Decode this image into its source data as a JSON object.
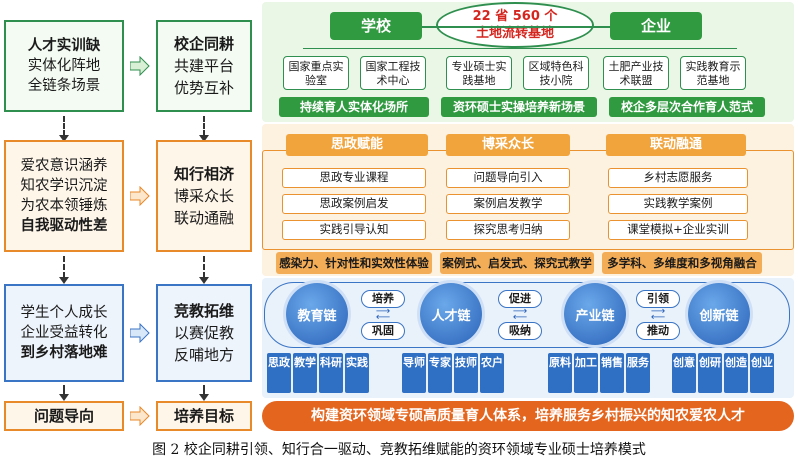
{
  "left_column": {
    "row1": {
      "line1": "人才实训缺",
      "line2": "实体化阵地",
      "line3": "全链条场景"
    },
    "row2": {
      "line1": "爱农意识涵养",
      "line2": "知农学识沉淀",
      "line3": "为农本领锤炼",
      "line4": "自我驱动性差"
    },
    "row3": {
      "line1": "学生个人成长",
      "line2": "企业受益转化",
      "line3": "到乡村落地难"
    },
    "bottom": "问题导向"
  },
  "middle_column": {
    "row1": {
      "line1": "校企同耕",
      "line2": "共建平台",
      "line3": "优势互补"
    },
    "row2": {
      "line1": "知行相济",
      "line2": "博采众长",
      "line3": "联动通融"
    },
    "row3": {
      "line1": "竞教拓维",
      "line2": "以赛促教",
      "line3": "反哺地方"
    },
    "bottom": "培养目标"
  },
  "top_panel": {
    "school": "学校",
    "enterprise": "企业",
    "center_line1": "22 省 560 个",
    "center_line2": "土地流转基地",
    "cards": [
      "国家重点实验室",
      "国家工程技术中心",
      "专业硕士实践基地",
      "区域特色科技小院",
      "土肥产业技术联盟",
      "实践教育示范基地"
    ],
    "bars": [
      "持续育人实体化场所",
      "资环硕士实操培养新场景",
      "校企多层次合作育人范式"
    ]
  },
  "mid_panel": {
    "heads": [
      "思政赋能",
      "博采众长",
      "联动融通"
    ],
    "col1": [
      "思政专业课程",
      "思政案例启发",
      "实践引导认知"
    ],
    "col2": [
      "问题导向引入",
      "案例启发教学",
      "探究思考归纳"
    ],
    "col3": [
      "乡村志愿服务",
      "实践教学案例",
      "课堂模拟+企业实训"
    ],
    "bars": [
      "感染力、针对性和实效性体验",
      "案例式、启发式、探究式教学",
      "多学科、多维度和多视角融合"
    ]
  },
  "bottom_panel": {
    "chains": [
      "教育链",
      "人才链",
      "产业链",
      "创新链"
    ],
    "links": [
      {
        "top": "培养",
        "bottom": "巩固"
      },
      {
        "top": "促进",
        "bottom": "吸纳"
      },
      {
        "top": "引领",
        "bottom": "推动"
      }
    ],
    "cards": [
      "思政",
      "教学",
      "科研",
      "实践",
      "导师",
      "专家",
      "技师",
      "农户",
      "原料",
      "加工",
      "销售",
      "服务",
      "创意",
      "创研",
      "创造",
      "创业"
    ]
  },
  "goal_banner": "构建资环领域专硕高质量育人体系，培养服务乡村振兴的知农爱农人才",
  "caption": "图 2 校企同耕引领、知行合一驱动、竞教拓维赋能的资环领域专业硕士培养模式",
  "colors": {
    "green": "#2f9a3f",
    "orange": "#f2a43c",
    "blue": "#2f6fc4",
    "goal": "#e4651e"
  }
}
